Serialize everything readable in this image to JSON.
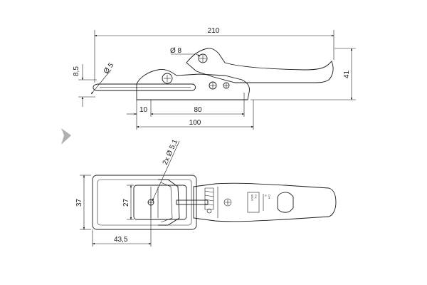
{
  "side_view": {
    "overall_length": "210",
    "hole_diameter_top": "Ø 8",
    "hole_diameter_left": "Ø 5",
    "left_height": "8,5",
    "overall_height": "41",
    "offset_small": "10",
    "offset_mid": "80",
    "offset_total": "100"
  },
  "plan_view": {
    "holes_callout": "2x Ø 5,1",
    "outer_width": "37",
    "inner_width": "27",
    "base_length": "43,5",
    "logo_lines": [
      "C4-",
      "8003",
      "S",
      "CH"
    ]
  },
  "colors": {
    "line": "#1a1a1a",
    "marker": "#b0b0b0"
  }
}
